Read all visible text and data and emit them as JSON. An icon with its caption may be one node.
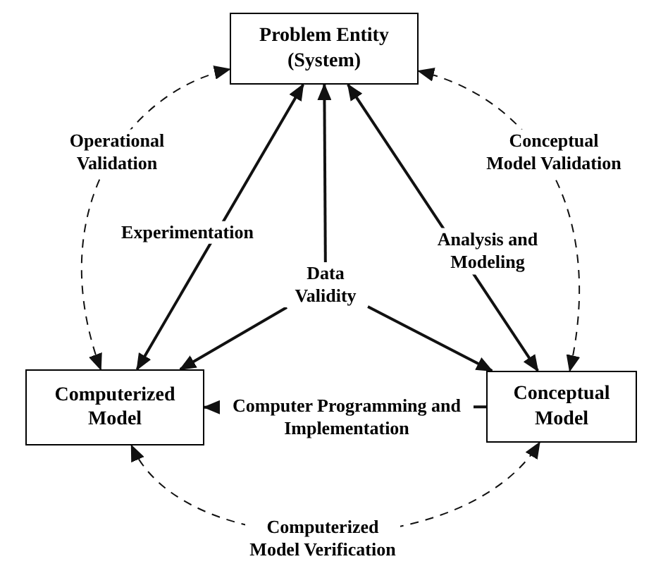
{
  "diagram": {
    "nodes": [
      {
        "text": [
          "Problem Entity (System)"
        ]
      },
      {
        "text": [
          "Computerized Model"
        ]
      },
      {
        "text": [
          "Conceptual Model"
        ]
      },
      {
        "text": [
          "Data Validity"
        ]
      }
    ],
    "edges": [
      {
        "from": 1,
        "to": 0,
        "arrow": "both",
        "label": "Experimentation"
      },
      {
        "from": 2,
        "to": 0,
        "arrow": "both",
        "label": "Analysis and Modeling"
      },
      {
        "from": 3,
        "to": 0,
        "arrow": "to"
      },
      {
        "from": 3,
        "to": 1,
        "arrow": "to"
      },
      {
        "from": 3,
        "to": 2,
        "arrow": "to"
      },
      {
        "from": 2,
        "to": 1,
        "arrow": "to",
        "label": "Computer Programming and Implementation"
      },
      {
        "from": 1,
        "to": 0,
        "arrow": "both",
        "style": "dashed",
        "label": "Operational Validation"
      },
      {
        "from": 2,
        "to": 0,
        "arrow": "both",
        "style": "dashed",
        "label": "Conceptual Model Validation"
      },
      {
        "from": 1,
        "to": 2,
        "arrow": "both",
        "style": "dashed",
        "label": "Computerized Model Verification"
      }
    ]
  }
}
